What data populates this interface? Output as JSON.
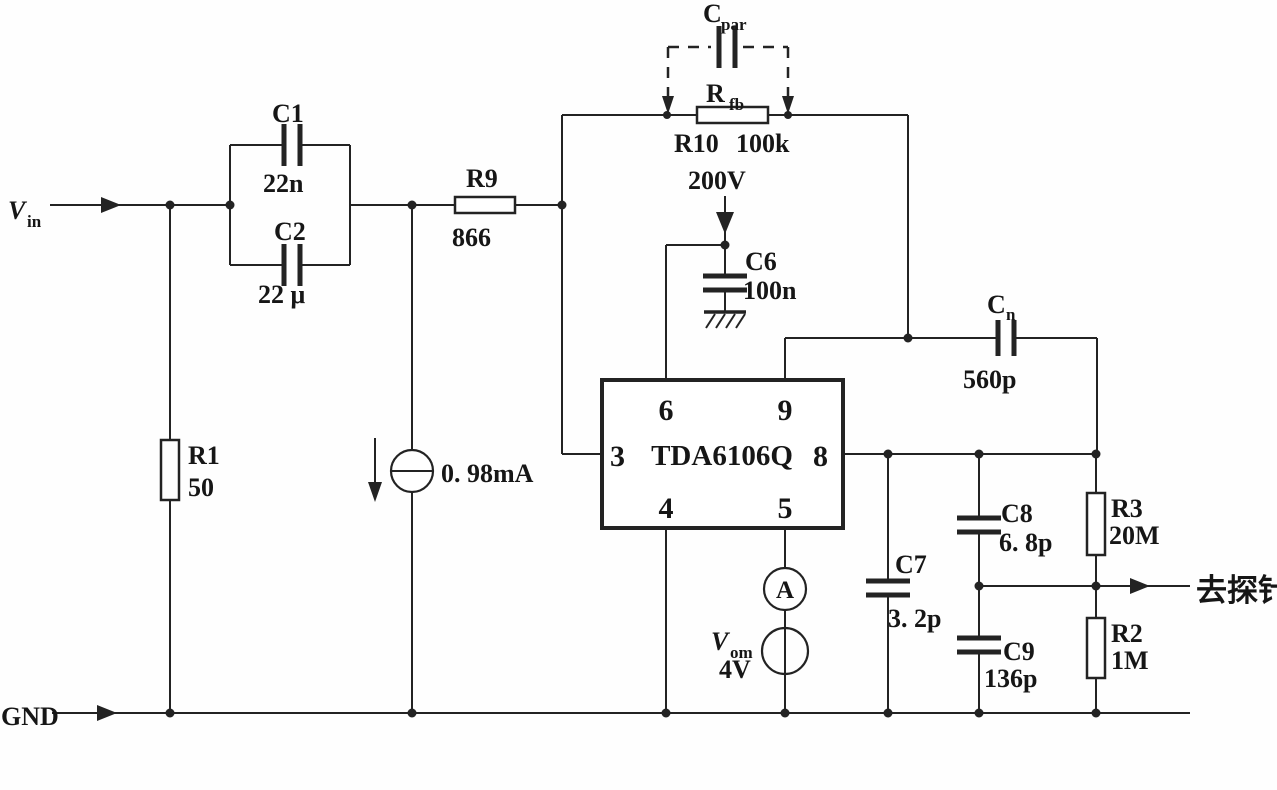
{
  "ports": {
    "input": {
      "symbol": "V",
      "sub": "in"
    },
    "ground": "GND",
    "output": "去探针"
  },
  "ic": {
    "name": "TDA6106Q",
    "pin_top_left": "6",
    "pin_top_right": "9",
    "pin_left": "3",
    "pin_right": "8",
    "pin_bottom_left": "4",
    "pin_bottom_right": "5"
  },
  "components": {
    "c1": {
      "ref": "C1",
      "value": "22n"
    },
    "c2": {
      "ref": "C2",
      "value": "22 μ"
    },
    "r1": {
      "ref": "R1",
      "value": "50"
    },
    "r9": {
      "ref": "R9",
      "value": "866"
    },
    "current_source": {
      "value": "0. 98mA"
    },
    "supply": {
      "value": "200V"
    },
    "c6": {
      "ref": "C6",
      "value": "100n"
    },
    "cpar": {
      "symbol": "C",
      "sub": "par"
    },
    "rfb": {
      "symbol": "R",
      "sub": "fb"
    },
    "r10": {
      "ref": "R10",
      "value": "100k"
    },
    "cn": {
      "symbol": "C",
      "sub": "n",
      "value": "560p"
    },
    "c7": {
      "ref": "C7",
      "value": "3. 2p"
    },
    "c8": {
      "ref": "C8",
      "value": "6. 8p"
    },
    "c9": {
      "ref": "C9",
      "value": "136p"
    },
    "r3": {
      "ref": "R3",
      "value": "20M"
    },
    "r2": {
      "ref": "R2",
      "value": "1M"
    },
    "ammeter": {
      "symbol": "A"
    },
    "vom": {
      "symbol": "V",
      "sub": "om",
      "value": "4V"
    }
  }
}
